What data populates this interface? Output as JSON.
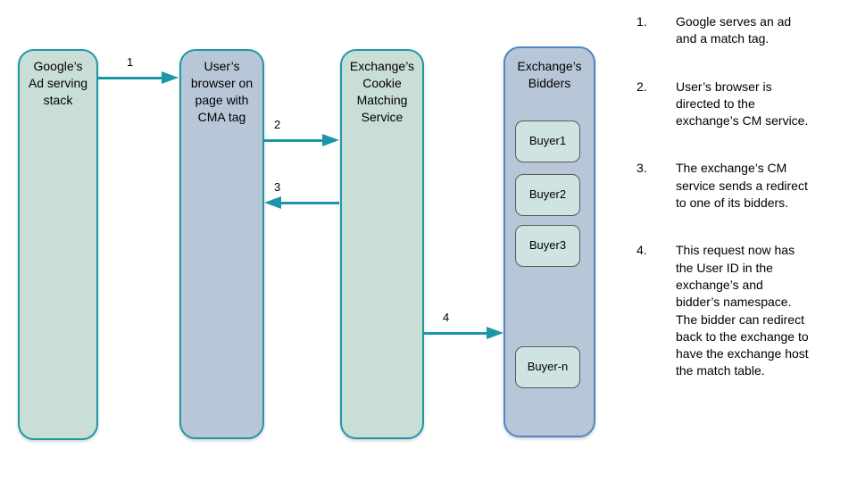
{
  "diagram": {
    "nodes": [
      {
        "id": "google",
        "lines": [
          "Google’s",
          "Ad serving",
          "stack",
          ""
        ]
      },
      {
        "id": "browser",
        "lines": [
          "User’s",
          "browser on",
          "page with",
          "CMA tag"
        ]
      },
      {
        "id": "cms",
        "lines": [
          "Exchange’s",
          "Cookie",
          "Matching",
          "Service"
        ]
      },
      {
        "id": "bidders",
        "lines": [
          "Exchange’s",
          "Bidders",
          "",
          ""
        ]
      }
    ],
    "buyers": [
      "Buyer1",
      "Buyer2",
      "Buyer3",
      "Buyer-n"
    ],
    "arrows": [
      {
        "label": "1",
        "from": "google",
        "to": "browser",
        "direction": "right"
      },
      {
        "label": "2",
        "from": "browser",
        "to": "cms",
        "direction": "right"
      },
      {
        "label": "3",
        "from": "cms",
        "to": "browser",
        "direction": "left"
      },
      {
        "label": "4",
        "from": "cms",
        "to": "bidders",
        "direction": "right"
      }
    ]
  },
  "steps": [
    {
      "num": "1.",
      "text": "Google serves an ad and a match tag."
    },
    {
      "num": "2.",
      "text": "User’s browser is directed to the exchange’s CM service."
    },
    {
      "num": "3.",
      "text": "The exchange’s CM service sends a redirect to one of its bidders."
    },
    {
      "num": "4.",
      "text": "This request now has the User ID in the exchange’s and bidder’s namespace. The bidder can redirect back to the exchange to have the exchange host the match table."
    }
  ],
  "colors": {
    "node_green_fill": "#c9ded6",
    "node_blue_fill": "#b7c7d8",
    "teal_border": "#1e98a8",
    "blue_border": "#4e86c6",
    "buyer_fill": "#cfe4e1",
    "buyer_border": "#595959",
    "arrow": "#1a96a8",
    "text": "#000000",
    "background": "#ffffff"
  }
}
